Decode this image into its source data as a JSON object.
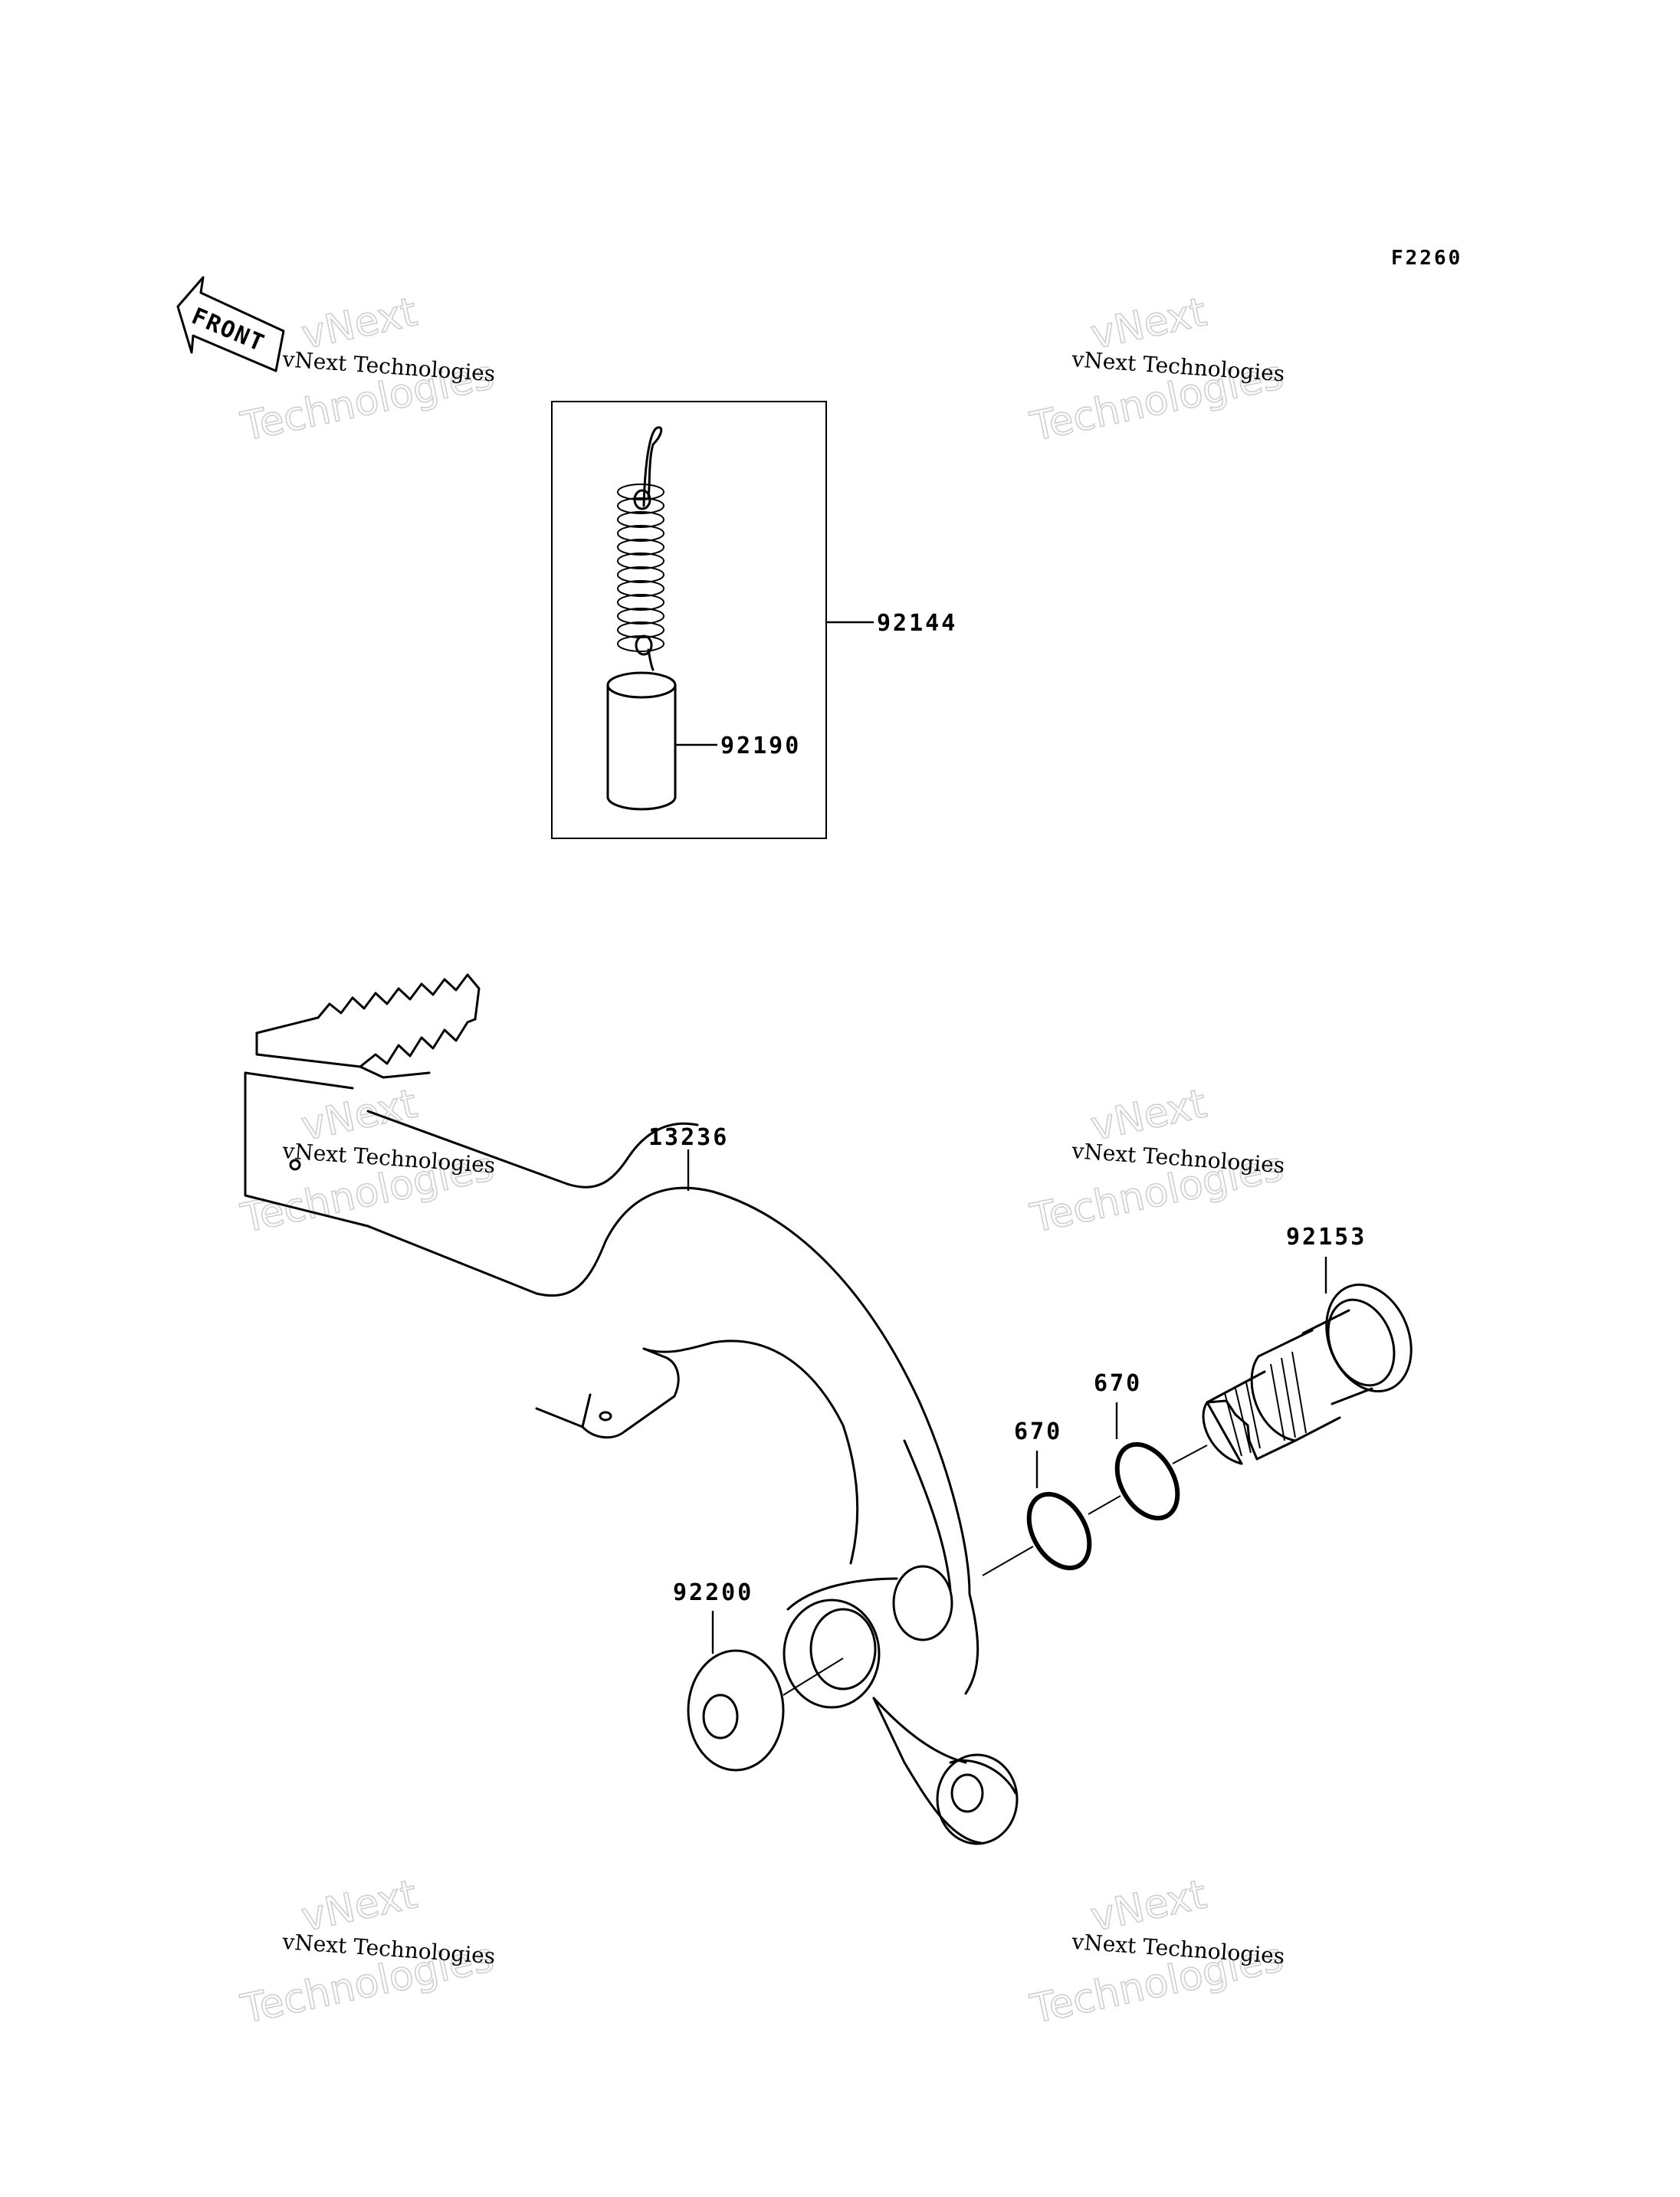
{
  "diagram_code": "F2260",
  "direction_label": "FRONT",
  "watermark": {
    "brand_small": "vNext Technologies",
    "brand_big_line1": "vNext",
    "brand_big_line2": "Technologies"
  },
  "parts": {
    "spring_kit": "92144",
    "collar": "92190",
    "brake_pedal": "13236",
    "bolt": "92153",
    "o_ring_upper": "670",
    "o_ring_lower": "670",
    "washer": "92200"
  }
}
